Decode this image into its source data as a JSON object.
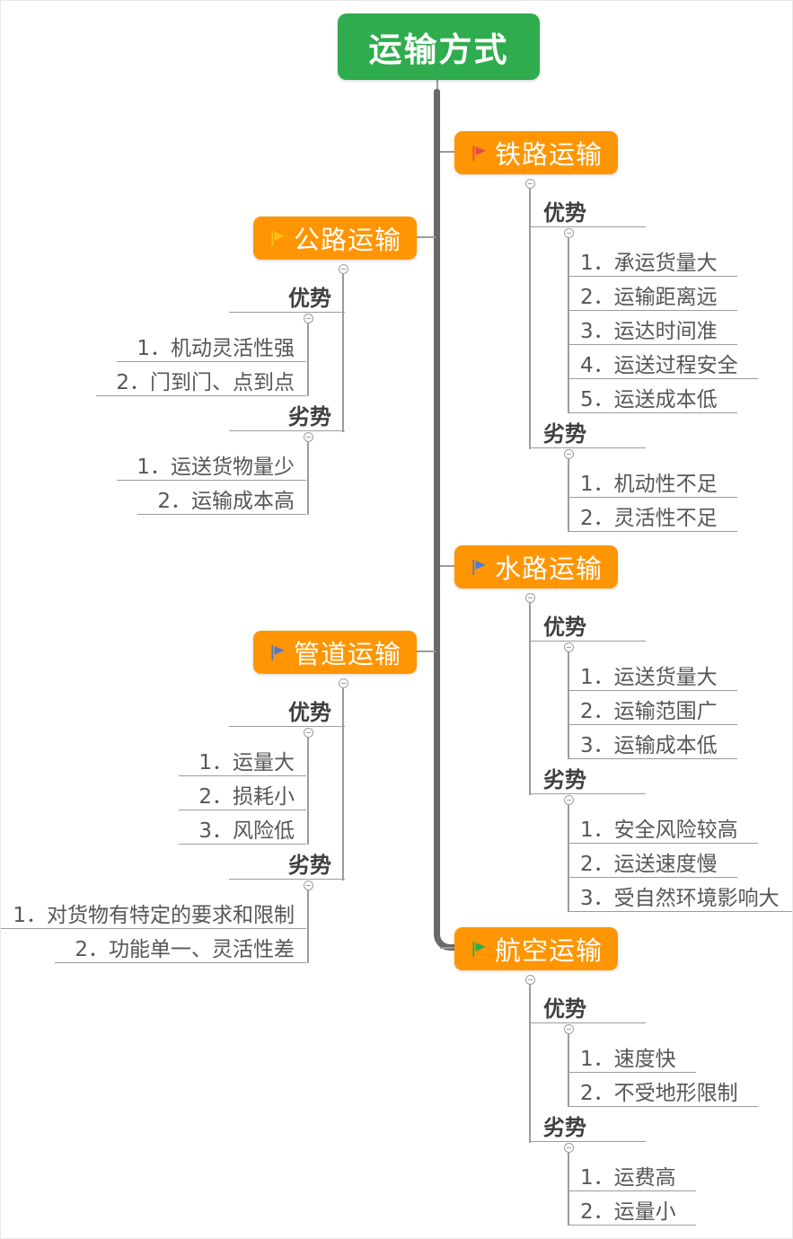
{
  "root": {
    "label": "运输方式"
  },
  "colors": {
    "root_bg": "#2fad4e",
    "branch_bg": "#ff9502",
    "trunk": "#696969",
    "connector_line": "#9c9c9c",
    "label_text": "#3f3f3f",
    "item_text": "#565656",
    "node_text": "#ffffff"
  },
  "branches": [
    {
      "label": "铁路运输",
      "flag_icon": "flag-icon",
      "flag_color": "#e5484d",
      "groups": [
        {
          "label": "优势",
          "items": [
            "1．承运货量大",
            "2．运输距离远",
            "3．运达时间准",
            "4．运送过程安全",
            "5．运送成本低"
          ]
        },
        {
          "label": "劣势",
          "items": [
            "1．机动性不足",
            "2．灵活性不足"
          ]
        }
      ]
    },
    {
      "label": "公路运输",
      "flag_icon": "flag-icon",
      "flag_color": "#ffc110",
      "groups": [
        {
          "label": "优势",
          "items": [
            "1．机动灵活性强",
            "2．门到门、点到点"
          ]
        },
        {
          "label": "劣势",
          "items": [
            "1．运送货物量少",
            "2．运输成本高"
          ]
        }
      ]
    },
    {
      "label": "水路运输",
      "flag_icon": "flag-icon",
      "flag_color": "#4b7bd5",
      "groups": [
        {
          "label": "优势",
          "items": [
            "1．运送货量大",
            "2．运输范围广",
            "3．运输成本低"
          ]
        },
        {
          "label": "劣势",
          "items": [
            "1．安全风险较高",
            "2．运送速度慢",
            "3．受自然环境影响大"
          ]
        }
      ]
    },
    {
      "label": "管道运输",
      "flag_icon": "flag-icon",
      "flag_color": "#4b7bd5",
      "groups": [
        {
          "label": "优势",
          "items": [
            "1．运量大",
            "2．损耗小",
            "3．风险低"
          ]
        },
        {
          "label": "劣势",
          "items": [
            "1．对货物有特定的要求和限制",
            "2．功能单一、灵活性差"
          ]
        }
      ]
    },
    {
      "label": "航空运输",
      "flag_icon": "flag-icon",
      "flag_color": "#22b14c",
      "groups": [
        {
          "label": "优势",
          "items": [
            "1．速度快",
            "2．不受地形限制"
          ]
        },
        {
          "label": "劣势",
          "items": [
            "1．运费高",
            "2．运量小"
          ]
        }
      ]
    }
  ]
}
